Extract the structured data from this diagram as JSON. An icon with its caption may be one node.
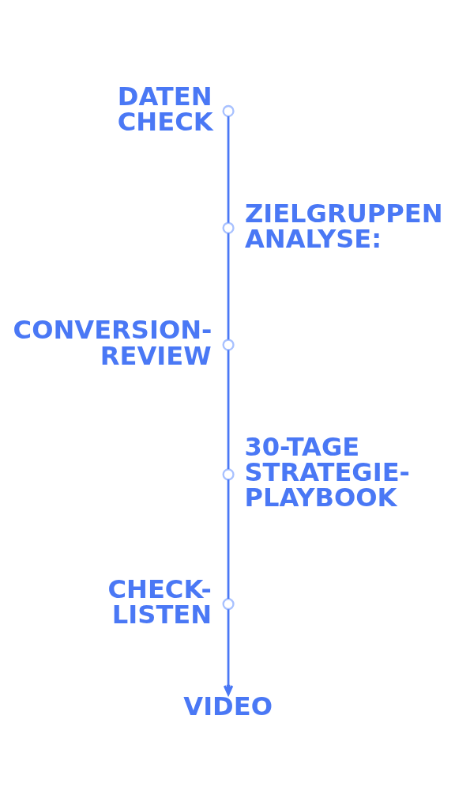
{
  "diagram": {
    "nodes": [
      {
        "text": [],
        "shape": "circle",
        "beside": [
          "DATEN CHECK"
        ]
      },
      {
        "text": [],
        "shape": "circle",
        "beside": [
          "ZIELGRUPPEN ANALYSE:"
        ]
      },
      {
        "text": [],
        "shape": "circle",
        "beside": [
          "CONVERSION- REVIEW"
        ]
      },
      {
        "text": [],
        "shape": "circle",
        "beside": [
          "30-TAGE STRATEGIE- PLAYBOOK"
        ]
      },
      {
        "text": [],
        "shape": "circle",
        "beside": [
          "CHECK- LISTEN"
        ]
      },
      {
        "text": [
          "VIDEO"
        ]
      }
    ],
    "edges": [
      {
        "from": 0,
        "to": 1,
        "arrow": "none"
      },
      {
        "from": 1,
        "to": 2,
        "arrow": "none"
      },
      {
        "from": 2,
        "to": 3,
        "arrow": "none"
      },
      {
        "from": 3,
        "to": 4,
        "arrow": "none"
      },
      {
        "from": 4,
        "to": 5,
        "arrow": "to"
      }
    ]
  }
}
